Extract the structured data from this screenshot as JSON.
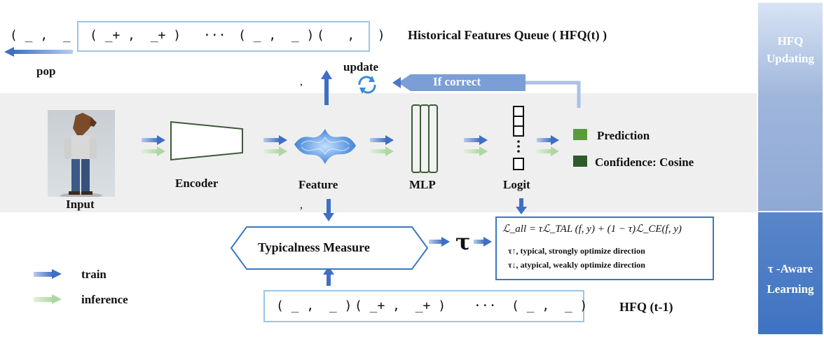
{
  "top_queue": {
    "outside_item": "( _ ,  _ )",
    "items": [
      "( _+ ,  _+ )",
      "···",
      "( _ ,  _ )",
      "(   ,   )"
    ],
    "title": "Historical Features Queue ( HFQ(t) )"
  },
  "bottom_queue": {
    "items": [
      "( _ ,  _ )",
      "( _+ ,  _+ )",
      "···",
      "( _ ,  _ )"
    ],
    "title": "HFQ (t-1)"
  },
  "labels": {
    "pop": "pop",
    "update": "update",
    "if_correct": "If correct",
    "input": "Input",
    "encoder": "Encoder",
    "feature": "Feature",
    "mlp": "MLP",
    "logit": "Logit",
    "prediction": "Prediction",
    "confidence": "Confidence: Cosine",
    "typicalness": "Typicalness Measure",
    "tau": "τ",
    "comma_top": ",",
    "comma_bottom": ","
  },
  "equation": {
    "main": "ℒ_all = τℒ_TAL (f, y) + (1 − τ)ℒ_CE(f, y)",
    "line1": "τ↑, typical, strongly optimize direction",
    "line2": "τ↓, atypical, weakly optimize direction"
  },
  "legend": [
    {
      "label": "train",
      "color": "#3f6fc4"
    },
    {
      "label": "inference",
      "color": "#b5dcaa"
    }
  ],
  "side_panel": {
    "top_label_1": "HFQ",
    "top_label_2": "Updating",
    "bottom_label_1": "τ -Aware",
    "bottom_label_2": "Learning"
  },
  "colors": {
    "train_arrow": "#3f6fc4",
    "inference_arrow": "#b5dcaa",
    "prediction_square": "#5b9a3c",
    "confidence_square": "#2e5a2e",
    "queue_border": "#9cc6e6",
    "if_correct_banner": "#7b9ed6"
  }
}
